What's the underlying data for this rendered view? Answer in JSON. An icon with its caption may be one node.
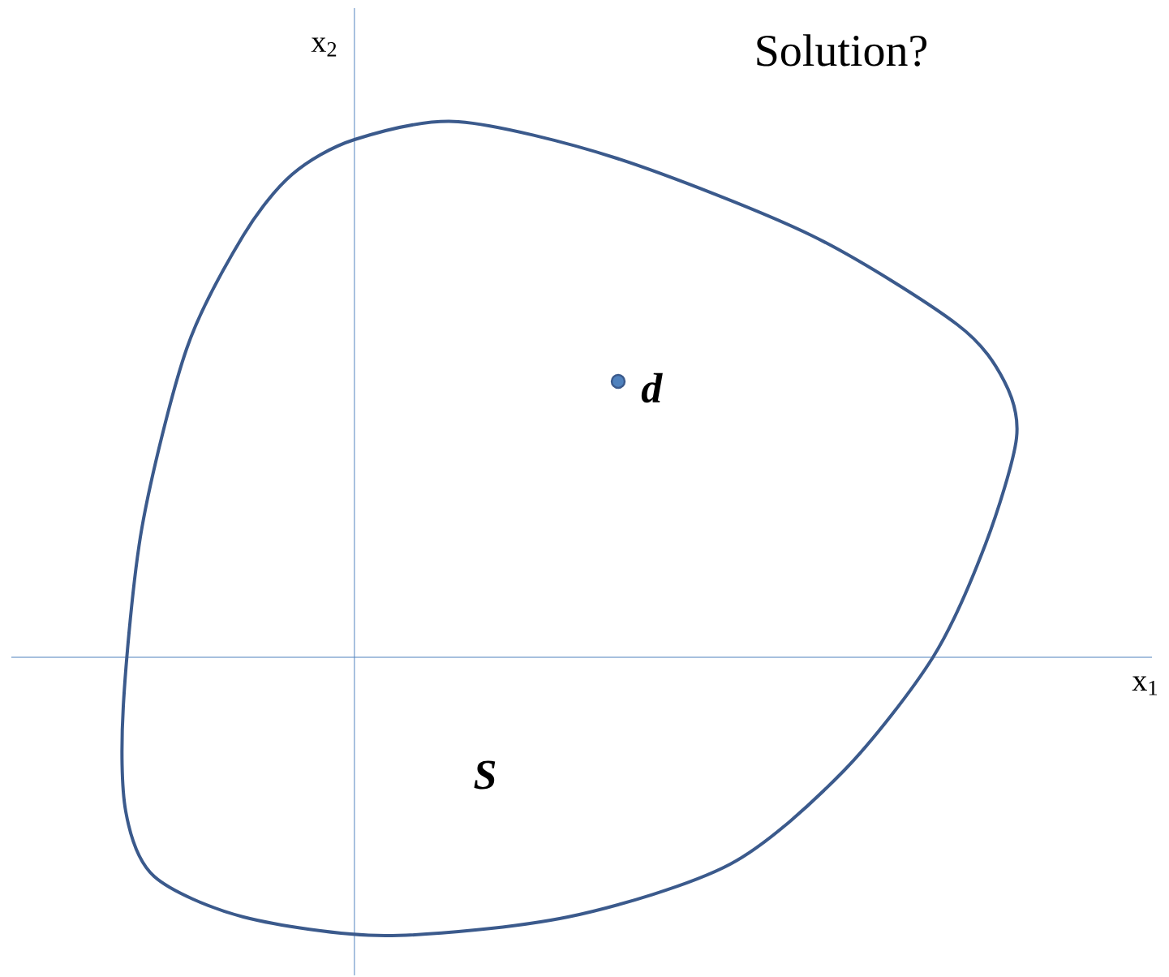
{
  "diagram": {
    "title": "Solution?",
    "nodes": [
      {
        "text": [
          "S"
        ]
      },
      {
        "text": [],
        "shape": "circle",
        "beside": [
          "d"
        ],
        "in": 0
      }
    ],
    "labels": [
      "x$_{2}$",
      "x$_{1}$"
    ]
  }
}
